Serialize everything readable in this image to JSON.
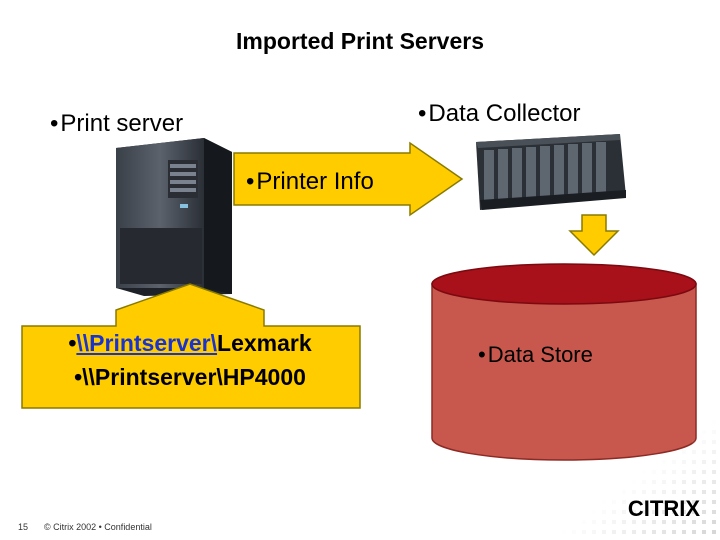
{
  "slide": {
    "title": "Imported Print Servers",
    "print_server_label": "Print server",
    "data_collector_label": "Data Collector",
    "printer_info_label": "Printer Info",
    "data_store_label": "Data Store",
    "bullet": "•",
    "printers": [
      {
        "link": "\\\\Printserver\\",
        "rest": "Lexmark"
      },
      {
        "link": "",
        "rest": "\\\\Printserver\\HP4000"
      }
    ]
  },
  "footer": {
    "page_number": "15",
    "copyright": "© Citrix 2002  •  Confidential"
  },
  "logo": {
    "text": "CITRIX"
  },
  "colors": {
    "arrow_fill": "#ffcc00",
    "store_fill": "#c8574d",
    "store_top": "#a8101a",
    "link_color": "#1a33cc"
  }
}
